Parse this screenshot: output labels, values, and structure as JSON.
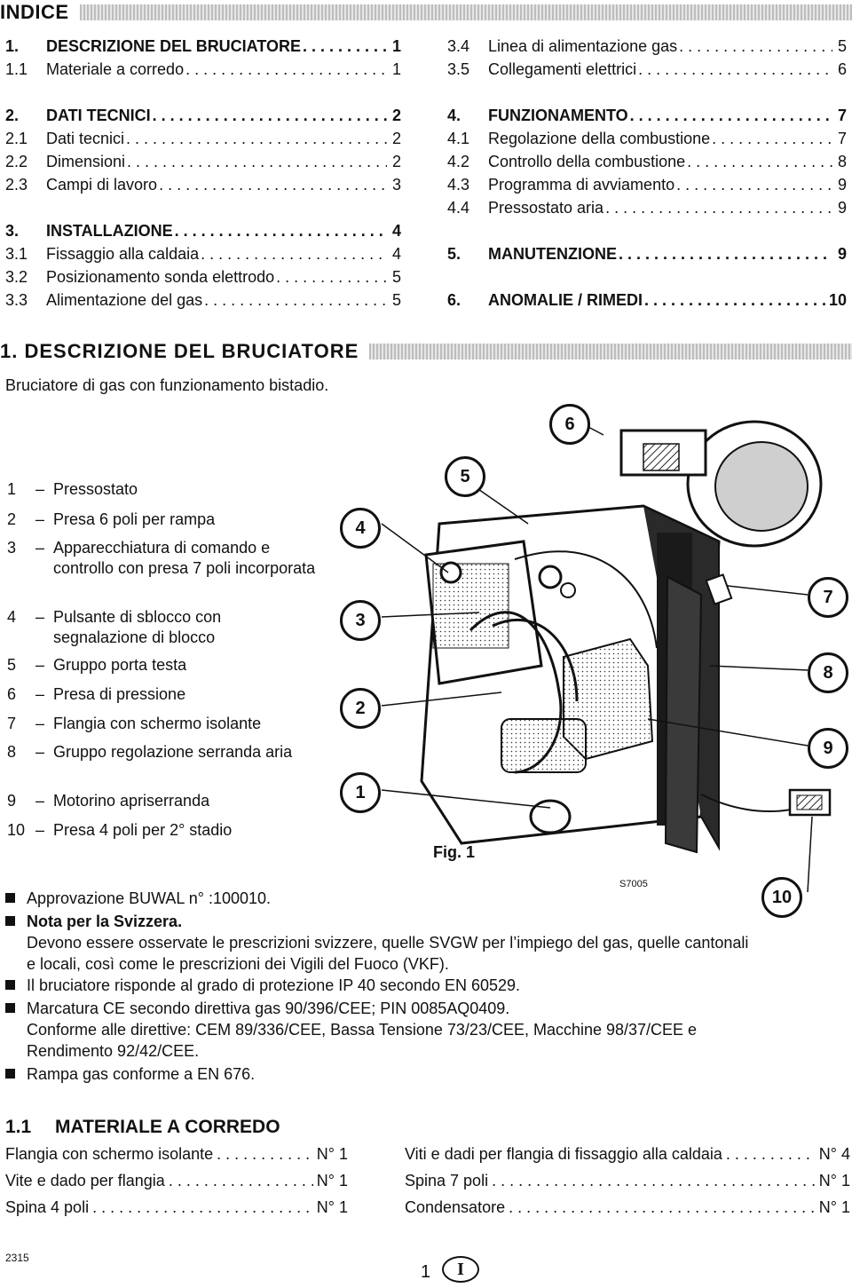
{
  "indice": {
    "title": "INDICE",
    "left": [
      {
        "num": "1.",
        "label": "DESCRIZIONE DEL BRUCIATORE",
        "page": "1",
        "bold": true
      },
      {
        "num": "1.1",
        "label": "Materiale a corredo",
        "page": "1",
        "bold": false
      },
      {
        "num": "2.",
        "label": "DATI TECNICI",
        "page": "2",
        "bold": true
      },
      {
        "num": "2.1",
        "label": "Dati tecnici",
        "page": "2",
        "bold": false
      },
      {
        "num": "2.2",
        "label": "Dimensioni",
        "page": "2",
        "bold": false
      },
      {
        "num": "2.3",
        "label": "Campi di lavoro",
        "page": "3",
        "bold": false
      },
      {
        "num": "3.",
        "label": "INSTALLAZIONE",
        "page": "4",
        "bold": true
      },
      {
        "num": "3.1",
        "label": "Fissaggio alla caldaia",
        "page": "4",
        "bold": false
      },
      {
        "num": "3.2",
        "label": "Posizionamento sonda elettrodo",
        "page": "5",
        "bold": false
      },
      {
        "num": "3.3",
        "label": "Alimentazione del gas",
        "page": "5",
        "bold": false
      }
    ],
    "right": [
      {
        "num": "3.4",
        "label": "Linea di alimentazione gas",
        "page": "5",
        "bold": false
      },
      {
        "num": "3.5",
        "label": "Collegamenti elettrici",
        "page": "6",
        "bold": false
      },
      {
        "num": "4.",
        "label": "FUNZIONAMENTO",
        "page": "7",
        "bold": true
      },
      {
        "num": "4.1",
        "label": "Regolazione della combustione",
        "page": "7",
        "bold": false
      },
      {
        "num": "4.2",
        "label": "Controllo della combustione",
        "page": "8",
        "bold": false
      },
      {
        "num": "4.3",
        "label": "Programma di avviamento",
        "page": "9",
        "bold": false
      },
      {
        "num": "4.4",
        "label": "Pressostato aria",
        "page": "9",
        "bold": false
      },
      {
        "num": "5.",
        "label": "MANUTENZIONE",
        "page": "9",
        "bold": true
      },
      {
        "num": "6.",
        "label": "ANOMALIE / RIMEDI",
        "page": "10",
        "bold": true
      }
    ]
  },
  "section1": {
    "title": "1.   DESCRIZIONE DEL BRUCIATORE",
    "subtitle": "Bruciatore di gas con funzionamento bistadio."
  },
  "legend": [
    {
      "n": "1",
      "text": "Pressostato"
    },
    {
      "n": "2",
      "text": "Presa 6 poli per rampa"
    },
    {
      "n": "3",
      "text": "Apparecchiatura di comando e controllo con presa 7 poli incorporata"
    },
    {
      "n": "4",
      "text": "Pulsante di sblocco con segnalazione di blocco"
    },
    {
      "n": "5",
      "text": "Gruppo porta testa"
    },
    {
      "n": "6",
      "text": "Presa di pressione"
    },
    {
      "n": "7",
      "text": "Flangia con schermo isolante"
    },
    {
      "n": "8",
      "text": "Gruppo regolazione serranda aria"
    },
    {
      "n": "9",
      "text": "Motorino apriserranda"
    },
    {
      "n": "10",
      "text": "Presa 4 poli per 2° stadio"
    }
  ],
  "figure": {
    "caption": "Fig. 1",
    "code": "S7005",
    "callouts": [
      "1",
      "2",
      "3",
      "4",
      "5",
      "6",
      "7",
      "8",
      "9",
      "10"
    ]
  },
  "bullets": [
    {
      "lines": [
        "Approvazione BUWAL n° :100010."
      ],
      "bold_first": false
    },
    {
      "lines": [
        "Nota per la Svizzera.",
        "Devono essere osservate le prescrizioni svizzere, quelle SVGW per l’impiego del gas, quelle cantonali",
        "e locali, così come le prescrizioni dei Vigili del Fuoco (VKF)."
      ],
      "bold_first": true
    },
    {
      "lines": [
        "Il bruciatore risponde al grado di protezione IP 40 secondo  EN 60529."
      ],
      "bold_first": false
    },
    {
      "lines": [
        "Marcatura CE secondo direttiva gas 90/396/CEE; PIN 0085AQ0409.",
        "Conforme alle direttive: CEM 89/336/CEE, Bassa Tensione 73/23/CEE, Macchine 98/37/CEE e",
        "Rendimento 92/42/CEE."
      ],
      "bold_first": false
    },
    {
      "lines": [
        "Rampa gas conforme a EN 676."
      ],
      "bold_first": false
    }
  ],
  "materiale": {
    "num": "1.1",
    "title": "MATERIALE A CORREDO",
    "left": [
      {
        "label": "Flangia con schermo isolante",
        "qty": "N° 1"
      },
      {
        "label": "Vite e dado per flangia",
        "qty": "N° 1"
      },
      {
        "label": "Spina 4 poli",
        "qty": "N° 1"
      }
    ],
    "right": [
      {
        "label": "Viti e dadi per flangia di fissaggio alla caldaia",
        "qty": "N° 4"
      },
      {
        "label": "Spina 7 poli",
        "qty": "N° 1"
      },
      {
        "label": "Condensatore",
        "qty": "N° 1"
      }
    ]
  },
  "footer": {
    "code": "2315",
    "page": "1",
    "lang": "I"
  }
}
